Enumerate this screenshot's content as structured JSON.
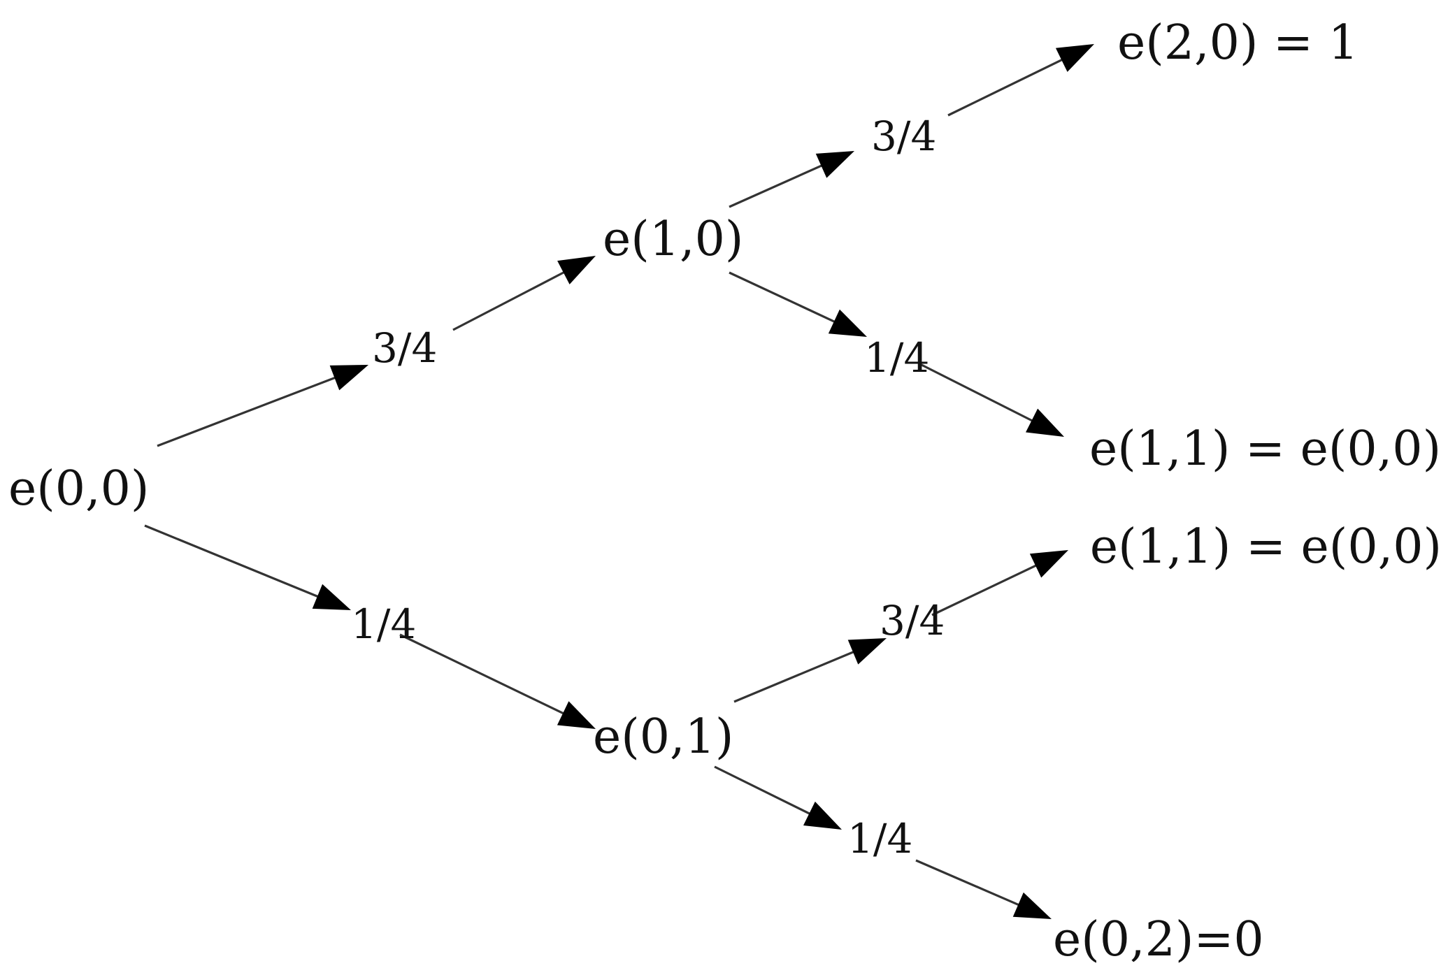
{
  "diagram": {
    "nodes": [
      {
        "id": "n00",
        "label": "e(0,0)"
      },
      {
        "id": "n10",
        "label": "e(1,0)"
      },
      {
        "id": "n01",
        "label": "e(0,1)"
      },
      {
        "id": "n20",
        "label": "e(2,0) = 1"
      },
      {
        "id": "n11a",
        "label": "e(1,1) = e(0,0)"
      },
      {
        "id": "n11b",
        "label": "e(1,1) = e(0,0)"
      },
      {
        "id": "n02",
        "label": "e(0,2)=0"
      }
    ],
    "edges": [
      {
        "id": "e-00-10",
        "from": "n00",
        "to": "n10",
        "label": "3/4"
      },
      {
        "id": "e-00-01",
        "from": "n00",
        "to": "n01",
        "label": "1/4"
      },
      {
        "id": "e-10-20",
        "from": "n10",
        "to": "n20",
        "label": "3/4"
      },
      {
        "id": "e-10-11a",
        "from": "n10",
        "to": "n11a",
        "label": "1/4"
      },
      {
        "id": "e-01-11b",
        "from": "n01",
        "to": "n11b",
        "label": "3/4"
      },
      {
        "id": "e-01-02",
        "from": "n01",
        "to": "n02",
        "label": "1/4"
      }
    ]
  }
}
